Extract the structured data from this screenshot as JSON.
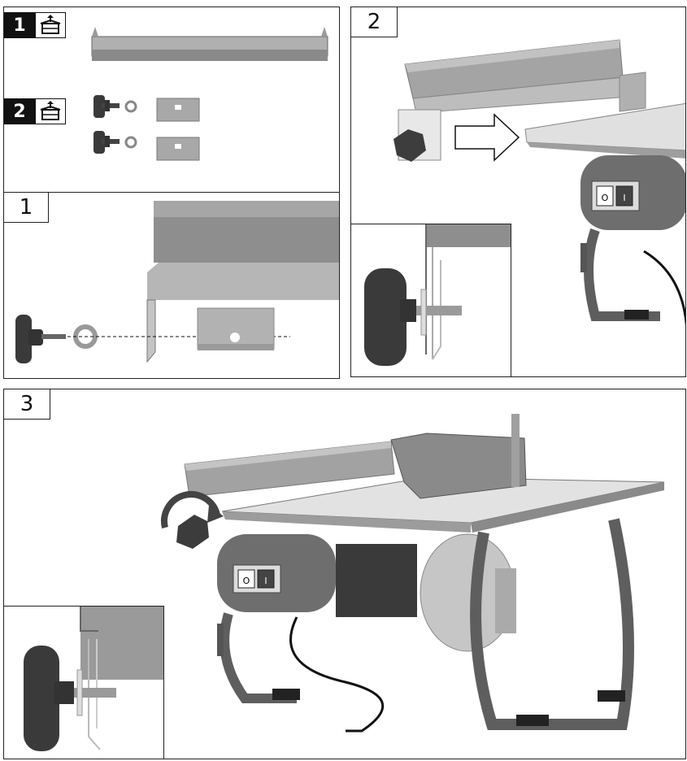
{
  "panels": {
    "top_left": {
      "badge1": "1",
      "badge2": "2"
    },
    "step1": {
      "label": "1"
    },
    "step2": {
      "label": "2"
    },
    "step3": {
      "label": "3"
    }
  },
  "icons": {
    "parts_box": "unpack-box-icon"
  },
  "switch": {
    "off": "O",
    "on": "I"
  },
  "colors": {
    "metal": "#9a9a9a",
    "dark": "#3a3a3a",
    "table": "#e4e4e4",
    "frame": "#5e5e5e"
  }
}
